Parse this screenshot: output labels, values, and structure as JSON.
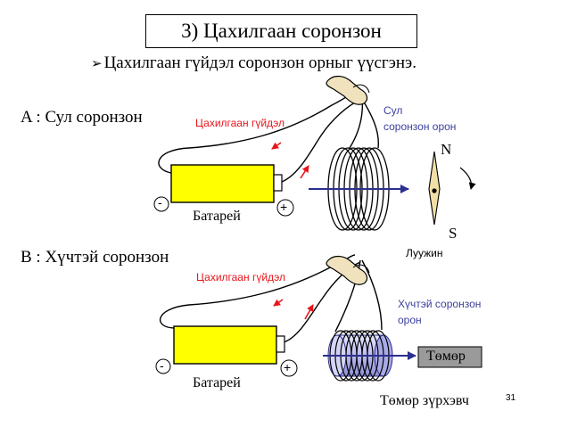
{
  "title": "3) Цахилгаан соронзон",
  "subtitle": "Цахилгаан гүйдэл соронзон орныг үүсгэнэ.",
  "sections": {
    "a_label": "A : Сул соронзон",
    "b_label": "B : Хүчтэй соронзон"
  },
  "diagram_a": {
    "current_label": "Цахилгаан гүйдэл",
    "field_label_line1": "Сул",
    "field_label_line2": "соронзон орон",
    "battery_label": "Батарей",
    "minus": "-",
    "plus": "+",
    "compass_label": "Луужин",
    "north": "N",
    "south": "S"
  },
  "diagram_b": {
    "current_label": "Цахилгаан гүйдэл",
    "field_label_line1": "Хүчтэй соронзон",
    "field_label_line2": "орон",
    "battery_label": "Батарей",
    "minus": "-",
    "plus": "+",
    "iron_label": "Төмөр",
    "core_label": "Төмөр зүрхэвч"
  },
  "page_number": "31",
  "colors": {
    "battery": "#ffff00",
    "current_arrow": "#e8141b",
    "field_text": "#3b3f9e",
    "field_arrow": "#2b2f8f",
    "iron_core": "#c8c8f0",
    "iron_box": "#9a9a9a"
  }
}
